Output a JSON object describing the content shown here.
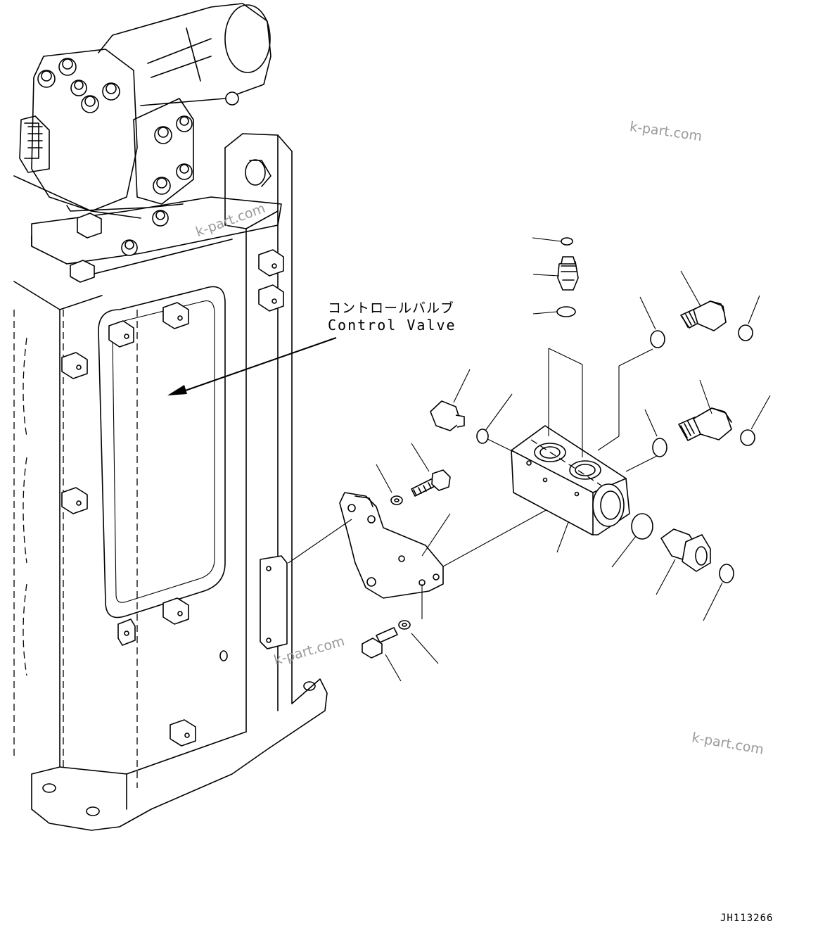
{
  "labels": {
    "control_valve_ja": "コントロールバルブ",
    "control_valve_en": "Control Valve",
    "drawing_code": "JH113266"
  },
  "watermark": "k-part.com"
}
